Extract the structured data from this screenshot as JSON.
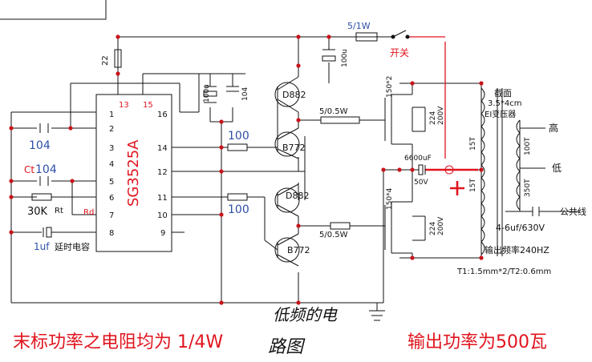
{
  "colors": {
    "wire": "#111111",
    "label_blue": "#2e4fa8",
    "label_red": "#e0141e",
    "junction": "#c8141c"
  },
  "ic": {
    "name": "SG3525A",
    "pins_left": [
      "1",
      "2",
      "3",
      "4",
      "5",
      "6",
      "7",
      "8"
    ],
    "pins_right": [
      "16",
      "14",
      "12",
      "11",
      "10",
      "9"
    ],
    "pins_top": [
      "13",
      "15"
    ]
  },
  "components": {
    "r22": "22",
    "c100u_top": "100u",
    "c100u_mid": "100u",
    "c104_mid": "104",
    "q1": "D882",
    "q2": "B772",
    "q3": "D882",
    "q4": "B772",
    "r100_a": "100",
    "r100_b": "100",
    "c104_pin1": "104",
    "c104_pin5": "104",
    "ct_label": "Ct",
    "rt_value": "30K",
    "rt_label": "Rt",
    "rd_label": "Rd",
    "c1u": "1uf",
    "delay_cap": "延时电容",
    "r_5w": "5/1W",
    "switch": "开关",
    "r_gate1": "5/0.5W",
    "r_gate2": "5/0.5W",
    "mos1": "150*2",
    "mos2": "150*4",
    "c224_a": "224",
    "c200v_a": "200V",
    "c224_b": "224",
    "c200v_b": "200V",
    "c6600": "6600uF",
    "c6600_v": "50V",
    "t_15a": "15T",
    "t_15b": "15T",
    "t_100t": "100T",
    "t_350t": "350T",
    "core_title": "截面",
    "core_size": "3.5*4cm",
    "core_type": "EI变压器",
    "out_high": "高",
    "out_low": "低",
    "out_common": "公共线",
    "out_cap": "4-6uf/630V",
    "freq": "输出频率240HZ",
    "wire_spec": "T1:1.5mm*2/T2:0.6mm"
  },
  "footer": {
    "note_left": "末标功率之电阻均为 1/4W",
    "title_a": "低频的电",
    "title_b": "路图",
    "note_right": "输出功率为500瓦"
  }
}
